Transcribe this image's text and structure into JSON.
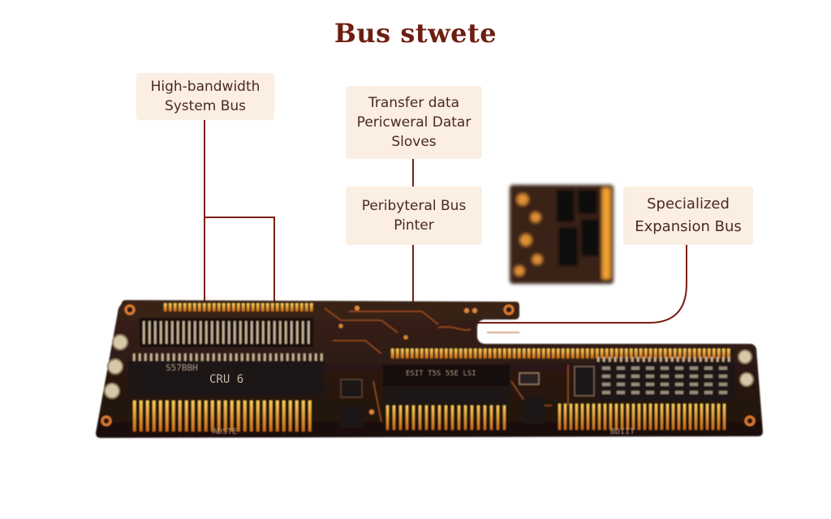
{
  "title": "Bus stwete",
  "callouts": {
    "system_bus": [
      "High-bandwidth",
      "System Bus"
    ],
    "transfer": [
      "Transfer data",
      "Pericweral Datar",
      "Sloves"
    ],
    "peripheral": [
      "Peribyteral Bus",
      "Pinter"
    ],
    "expansion": [
      "Specialized",
      "Expansion Bus"
    ]
  },
  "chip_labels": {
    "cpu_top": "S57BBH",
    "cpu": "CRU 6",
    "mid_chip": "ESIT T5S 55E LSI",
    "bottom_left": "ADSTE",
    "bottom_right": "BDIIT"
  },
  "colors": {
    "title": "#6e1e10",
    "callout_bg": "#fbeee2",
    "line": "#7a1f12",
    "board": "#2a1812",
    "trace": "#c4662c",
    "pin": "#f0a030"
  }
}
